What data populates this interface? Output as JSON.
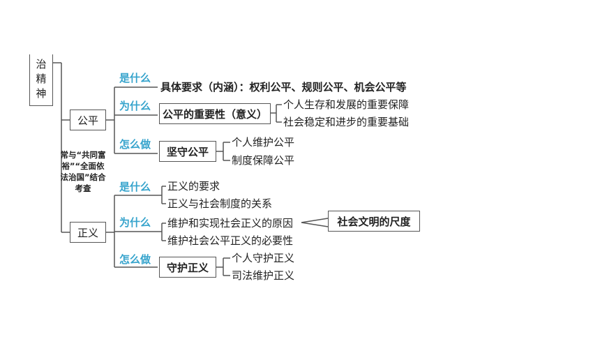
{
  "root": {
    "chars": [
      "治",
      "精",
      "神"
    ]
  },
  "note": "常与“共同富裕”“全面依法治国”结合考查",
  "fairness": {
    "label": "公平",
    "what_q": "是什么",
    "what_text": "具体要求（内涵）：权利公平、规则公平、机会公平等",
    "why_q": "为什么",
    "why_box": "公平的重要性（意义）",
    "why_items": [
      "个人生存和发展的重要保障",
      "社会稳定和进步的重要基础"
    ],
    "how_q": "怎么做",
    "how_box": "坚守公平",
    "how_items": [
      "个人维护公平",
      "制度保障公平"
    ]
  },
  "justice": {
    "label": "正义",
    "what_q": "是什么",
    "what_items": [
      "正义的要求",
      "正义与社会制度的关系"
    ],
    "why_q": "为什么",
    "why_items": [
      "维护和实现社会正义的原因",
      "维护社会公平正义的必要性"
    ],
    "callout": "社会文明的尺度",
    "how_q": "怎么做",
    "how_box": "守护正义",
    "how_items": [
      "个人守护正义",
      "司法维护正义"
    ]
  }
}
